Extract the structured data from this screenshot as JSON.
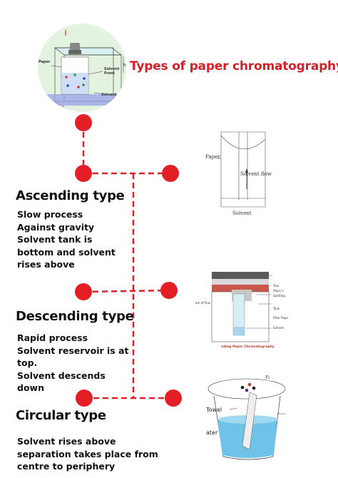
{
  "title": "Types of paper chromatography",
  "hero": {
    "labels": {
      "paper": "Paper",
      "solvent_front": "Solvent\nFront",
      "solvent": "Solvent",
      "side_mark": "Tc"
    }
  },
  "types": [
    {
      "heading": "Ascending type",
      "description": "Slow process\nAgainst gravity\nSolvent tank is\nbottom and solvent\nrises above",
      "diagram_labels": {
        "paper": "Paper",
        "flow": "Solvent flow",
        "solvent": "Solvent"
      }
    },
    {
      "heading": "Descending type",
      "description": "Rapid process\nSolvent reservoir is at\ntop.\nSolvent descends\ndown",
      "diagram_labels": {
        "trough": "Trou",
        "paper": "Paper s",
        "spotting": "Spotting",
        "tank": "Tank",
        "filter": "Filter Pape",
        "solvent": "Solvent",
        "side": "am of flow",
        "caption": "nding Paper Chromatography"
      }
    },
    {
      "heading": "Circular type",
      "description": "Solvent rises above\nseparation takes place from\ncentre to periphery",
      "diagram_labels": {
        "towel": "Towel",
        "water": "ater",
        "top": "Fi"
      }
    }
  ],
  "colors": {
    "accent": "#e31e24",
    "title": "#d62027",
    "text": "#111111"
  }
}
